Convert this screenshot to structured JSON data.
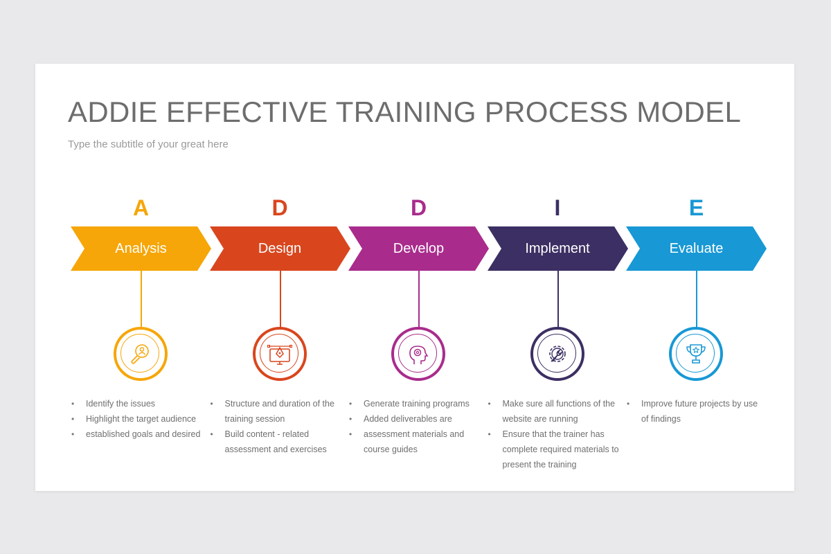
{
  "slide": {
    "title": "ADDIE EFFECTIVE TRAINING PROCESS MODEL",
    "subtitle": "Type the subtitle of your great here"
  },
  "stages": [
    {
      "letter": "A",
      "label": "Analysis",
      "color": "#f6a608",
      "icon": "user-search-icon",
      "bullets": [
        "Identify the issues",
        "Highlight the target audience",
        "established goals and desired"
      ]
    },
    {
      "letter": "D",
      "label": "Design",
      "color": "#d9461e",
      "icon": "pen-tool-monitor-icon",
      "bullets": [
        "Structure and duration of the training session",
        "Build content - related assessment and exercises"
      ]
    },
    {
      "letter": "D",
      "label": "Develop",
      "color": "#a92c8c",
      "icon": "head-gear-icon",
      "bullets": [
        "Generate training programs",
        "Added deliverables are",
        "assessment materials and course guides"
      ]
    },
    {
      "letter": "I",
      "label": "Implement",
      "color": "#3c2f63",
      "icon": "wrench-gear-icon",
      "bullets": [
        "Make sure all functions of the website are running",
        "Ensure that the trainer has complete required materials to present the training"
      ]
    },
    {
      "letter": "E",
      "label": "Evaluate",
      "color": "#1898d5",
      "icon": "trophy-icon",
      "bullets": [
        "Improve future projects by use of findings"
      ]
    }
  ]
}
